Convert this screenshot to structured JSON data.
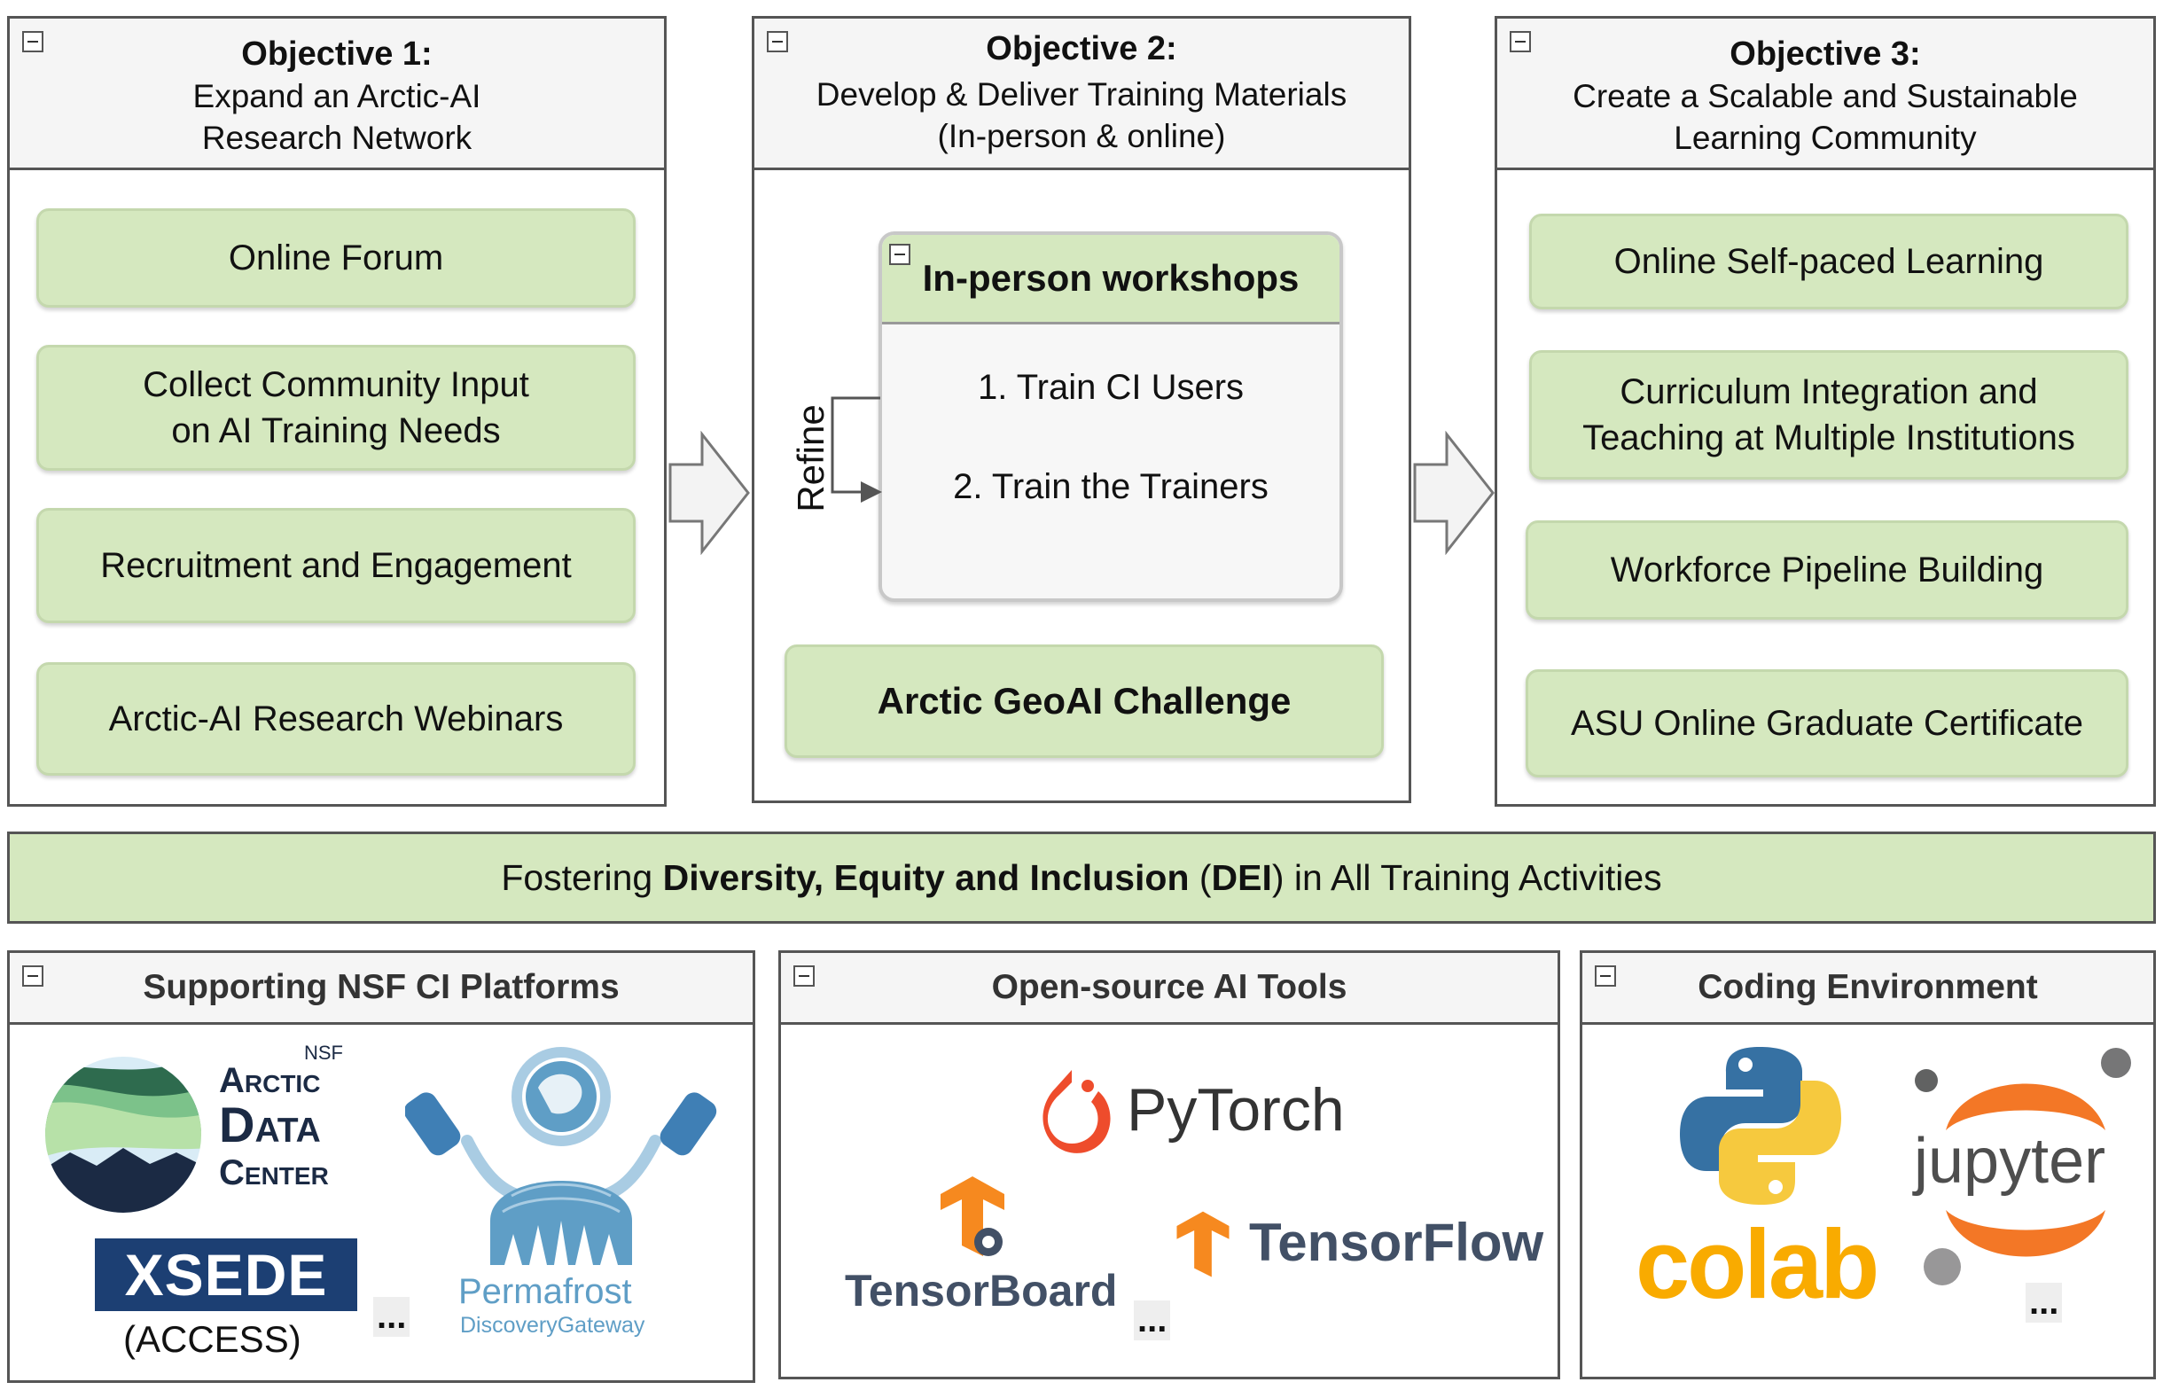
{
  "objectives": [
    {
      "title": "Objective 1:",
      "subtitle_lines": [
        "Expand an Arctic-AI",
        "Research Network"
      ],
      "items": [
        [
          "Online Forum"
        ],
        [
          "Collect Community Input",
          "on AI Training Needs"
        ],
        [
          "Recruitment and Engagement"
        ],
        [
          "Arctic-AI Research Webinars"
        ]
      ]
    },
    {
      "title": "Objective 2:",
      "subtitle_lines": [
        "Develop & Deliver Training Materials",
        "(In-person & online)"
      ],
      "workshop": {
        "title": "In-person workshops",
        "steps": [
          "1. Train CI Users",
          "2. Train the Trainers"
        ],
        "refine_label": "Refine"
      },
      "challenge": "Arctic GeoAI Challenge"
    },
    {
      "title": "Objective 3:",
      "subtitle_lines": [
        "Create a Scalable and Sustainable",
        "Learning Community"
      ],
      "items": [
        [
          "Online Self-paced Learning"
        ],
        [
          "Curriculum Integration and",
          "Teaching at Multiple Institutions"
        ],
        [
          "Workforce Pipeline Building"
        ],
        [
          "ASU Online Graduate Certificate"
        ]
      ]
    }
  ],
  "dei_banner": {
    "prefix": "Fostering ",
    "bold_main": "Diversity, Equity and Inclusion",
    "mid": " (",
    "bold_abbrev": "DEI",
    "suffix": ") in All Training Activities"
  },
  "bottom_panels": [
    {
      "title": "Supporting NSF CI Platforms",
      "logos": {
        "adc_nsf": "NSF",
        "adc_lines": [
          "Arctic",
          "Data",
          "Center"
        ],
        "xsede": "XSEDE",
        "access": "(ACCESS)",
        "permafrost": "Permafrost",
        "permafrost_sub": "DiscoveryGateway"
      },
      "more": "..."
    },
    {
      "title": "Open-source AI Tools",
      "logos": {
        "pytorch": "PyTorch",
        "tensorboard": "TensorBoard",
        "tensorflow": "TensorFlow"
      },
      "more": "..."
    },
    {
      "title": "Coding Environment",
      "logos": {
        "colab": "colab",
        "jupyter": "jupyter"
      },
      "more": "..."
    }
  ],
  "colors": {
    "box_green": "#d5e8bf",
    "border_gray": "#555555",
    "pytorch_orange": "#ee4c2c",
    "tensorflow_orange": "#f6891f",
    "tensorflow_gray": "#425066",
    "xsede_navy": "#1c3f73",
    "python_blue": "#3671a3",
    "python_yellow": "#f6c93e",
    "colab_orange": "#f9ab00",
    "jupyter_orange": "#f37726",
    "permafrost_blue": "#5f9ec6"
  }
}
